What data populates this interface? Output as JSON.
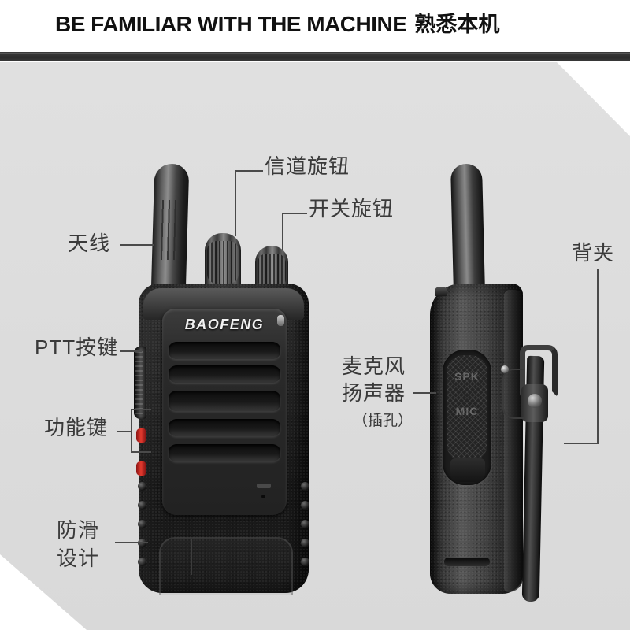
{
  "header": {
    "title_en": "BE FAMILIAR WITH THE MACHINE",
    "title_cn": "熟悉本机"
  },
  "colors": {
    "panel_bg": "#dedede",
    "page_bg": "#ffffff",
    "rule_dark": "#343434",
    "label_text": "#3a3a3a",
    "leader_line": "#4a4a4a",
    "accent_red": "#e23a2e"
  },
  "callouts": [
    {
      "id": "antenna",
      "label": "天线",
      "side": "left",
      "lines": [
        "天线"
      ]
    },
    {
      "id": "ptt-key",
      "label": "PTT按键",
      "side": "left",
      "lines": [
        "PTT按键"
      ]
    },
    {
      "id": "function-key",
      "label": "功能键",
      "side": "left",
      "lines": [
        "功能键"
      ]
    },
    {
      "id": "anti-slip",
      "label": "防滑设计",
      "side": "left",
      "lines": [
        "防滑",
        "设计"
      ]
    },
    {
      "id": "channel-knob",
      "label": "信道旋钮",
      "side": "top",
      "lines": [
        "信道旋钮"
      ]
    },
    {
      "id": "power-knob",
      "label": "开关旋钮",
      "side": "top",
      "lines": [
        "开关旋钮"
      ]
    },
    {
      "id": "mic-speaker",
      "label": "麦克风扬声器（插孔）",
      "side": "middle",
      "lines": [
        "麦克风",
        "扬声器"
      ],
      "sub": "（插孔）"
    },
    {
      "id": "belt-clip",
      "label": "背夹",
      "side": "right",
      "lines": [
        "背夹"
      ]
    }
  ],
  "product": {
    "brand": "BAOFENG",
    "jack_labels": {
      "spk": "SPK",
      "mic": "MIC"
    }
  }
}
